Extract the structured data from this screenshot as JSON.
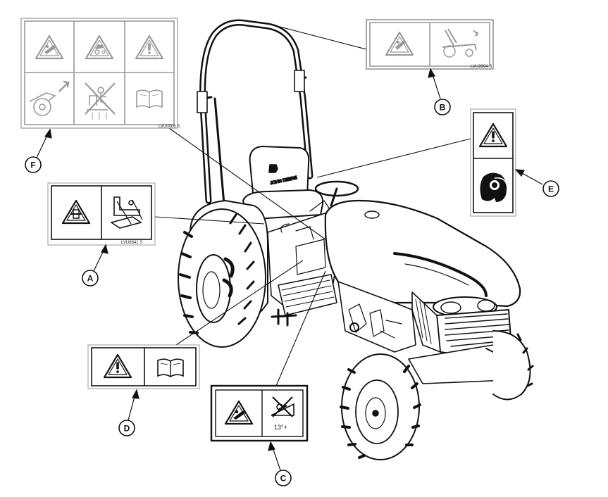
{
  "diagram": {
    "callouts": [
      {
        "id": "A",
        "letter": "A"
      },
      {
        "id": "B",
        "letter": "B"
      },
      {
        "id": "C",
        "letter": "C"
      },
      {
        "id": "D",
        "letter": "D"
      },
      {
        "id": "E",
        "letter": "E"
      },
      {
        "id": "F",
        "letter": "F"
      }
    ],
    "decal_codes": {
      "A": "LVU8641 S",
      "B": "LVU9994 S",
      "F": "LVU0006 S"
    },
    "decal_texts": {
      "C_slope": "13°+"
    },
    "seat_brand": "JOHN DEERE",
    "colors": {
      "ink": "#111111",
      "decal_gray": "#9a9a9a",
      "paper": "#ffffff"
    }
  }
}
